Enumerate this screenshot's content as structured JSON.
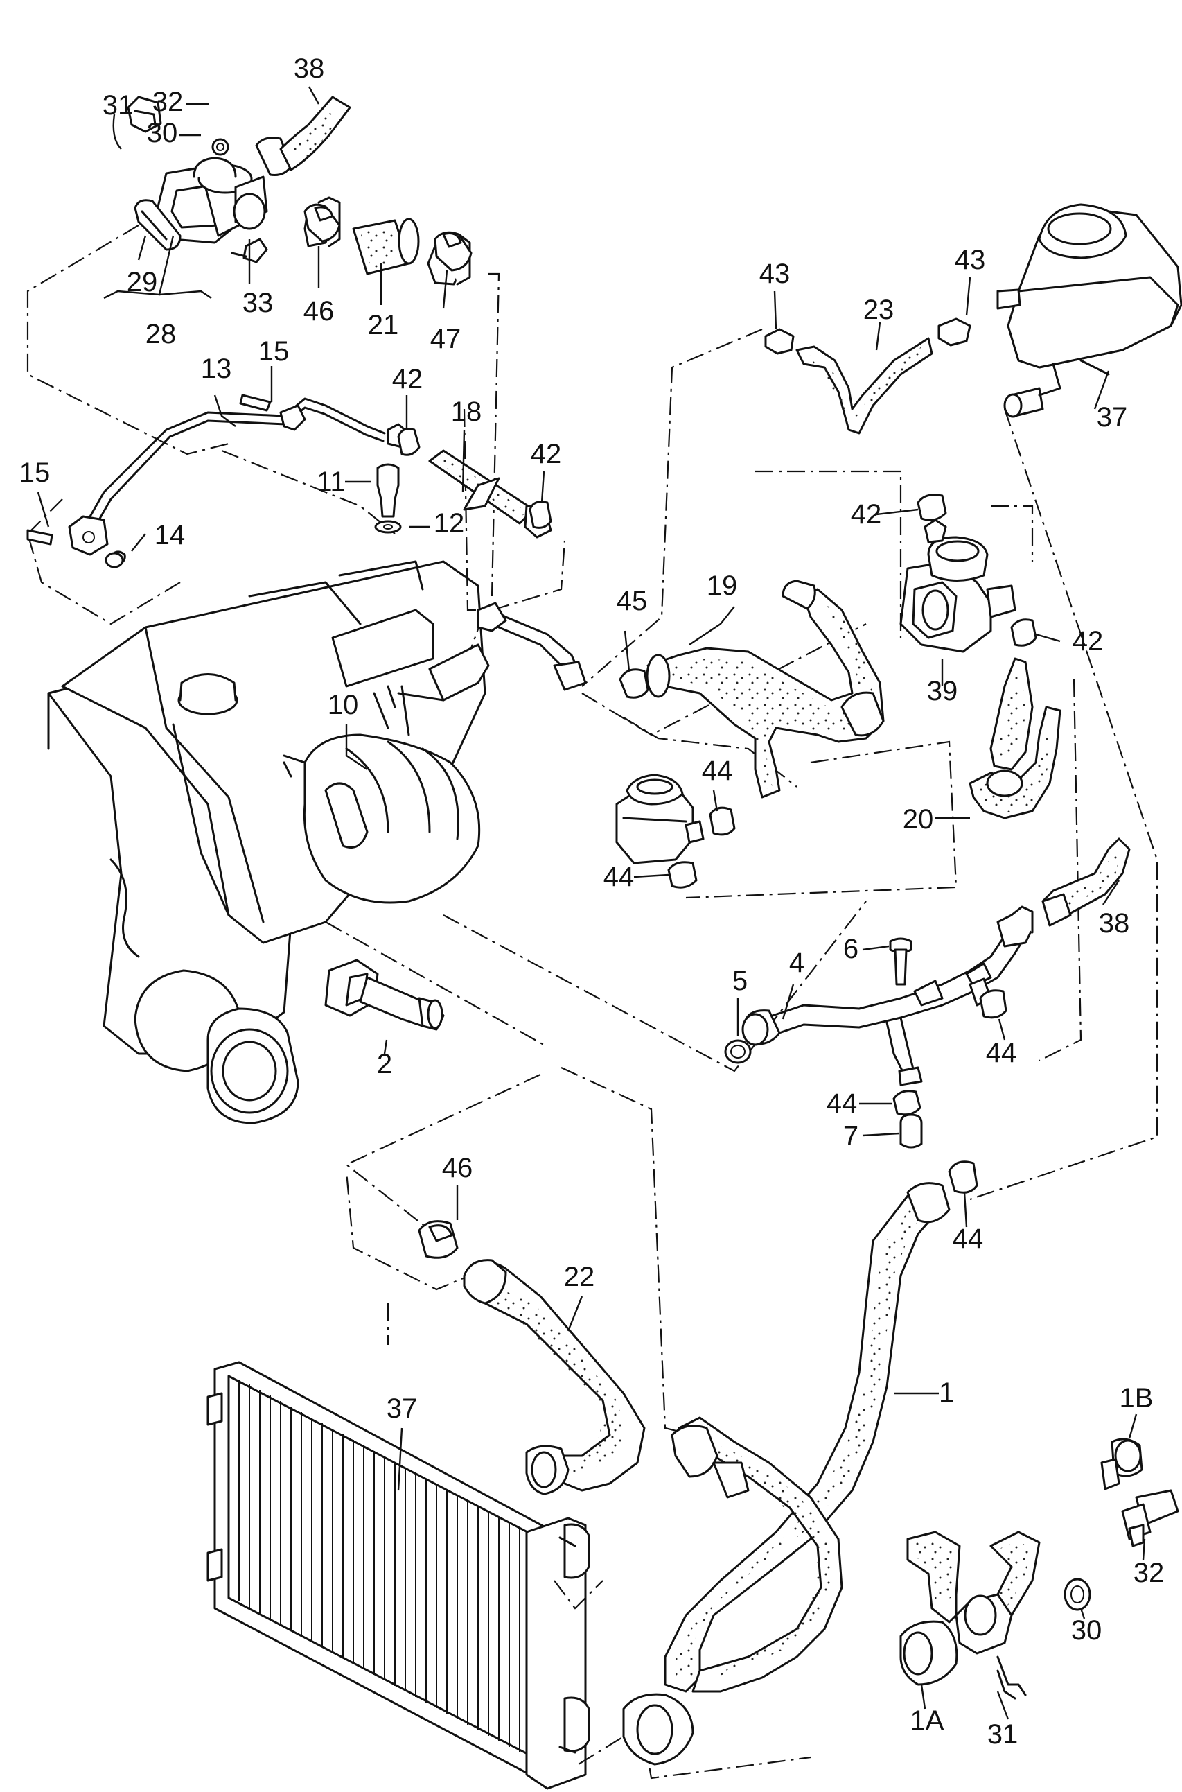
{
  "callouts": [
    {
      "id": "c38a",
      "text": "38"
    },
    {
      "id": "c31a",
      "text": "31"
    },
    {
      "id": "c32a",
      "text": "32"
    },
    {
      "id": "c30a",
      "text": "30"
    },
    {
      "id": "c29",
      "text": "29"
    },
    {
      "id": "c28",
      "text": "28"
    },
    {
      "id": "c33",
      "text": "33"
    },
    {
      "id": "c46a",
      "text": "46"
    },
    {
      "id": "c21",
      "text": "21"
    },
    {
      "id": "c47",
      "text": "47"
    },
    {
      "id": "c43a",
      "text": "43"
    },
    {
      "id": "c23",
      "text": "23"
    },
    {
      "id": "c43b",
      "text": "43"
    },
    {
      "id": "c37a",
      "text": "37"
    },
    {
      "id": "c15a",
      "text": "15"
    },
    {
      "id": "c13",
      "text": "13"
    },
    {
      "id": "c42a",
      "text": "42"
    },
    {
      "id": "c18",
      "text": "18"
    },
    {
      "id": "c42b",
      "text": "42"
    },
    {
      "id": "c15b",
      "text": "15"
    },
    {
      "id": "c11",
      "text": "11"
    },
    {
      "id": "c14",
      "text": "14"
    },
    {
      "id": "c12",
      "text": "12"
    },
    {
      "id": "c42c",
      "text": "42"
    },
    {
      "id": "c45",
      "text": "45"
    },
    {
      "id": "c19",
      "text": "19"
    },
    {
      "id": "c42d",
      "text": "42"
    },
    {
      "id": "c39",
      "text": "39"
    },
    {
      "id": "c10",
      "text": "10"
    },
    {
      "id": "c44a",
      "text": "44"
    },
    {
      "id": "c20",
      "text": "20"
    },
    {
      "id": "c44b",
      "text": "44"
    },
    {
      "id": "c38b",
      "text": "38"
    },
    {
      "id": "c6",
      "text": "6"
    },
    {
      "id": "c4",
      "text": "4"
    },
    {
      "id": "c5",
      "text": "5"
    },
    {
      "id": "c2",
      "text": "2"
    },
    {
      "id": "c44c",
      "text": "44"
    },
    {
      "id": "c44d",
      "text": "44"
    },
    {
      "id": "c7",
      "text": "7"
    },
    {
      "id": "c46b",
      "text": "46"
    },
    {
      "id": "c22",
      "text": "22"
    },
    {
      "id": "c44e",
      "text": "44"
    },
    {
      "id": "c1",
      "text": "1"
    },
    {
      "id": "c37b",
      "text": "37"
    },
    {
      "id": "c1B",
      "text": "1B"
    },
    {
      "id": "c32b",
      "text": "32"
    },
    {
      "id": "c30b",
      "text": "30"
    },
    {
      "id": "c1A",
      "text": "1A"
    },
    {
      "id": "c31b",
      "text": "31"
    }
  ]
}
